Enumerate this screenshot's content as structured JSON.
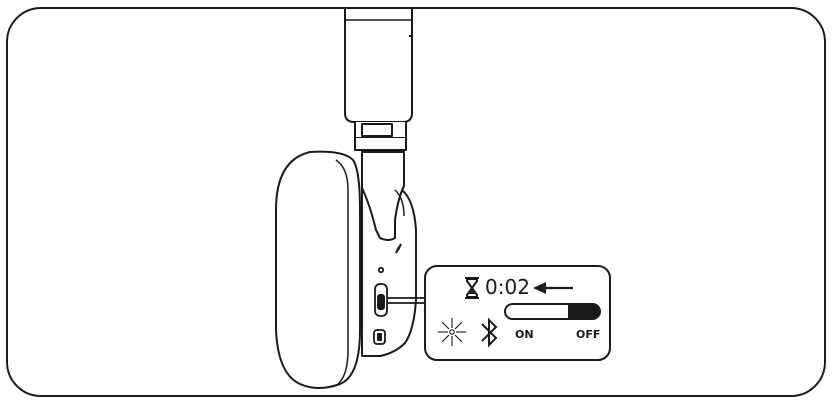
{
  "timer": {
    "text": "0:02",
    "icon": "hourglass-icon"
  },
  "switch": {
    "on_label": "ON",
    "off_label": "OFF"
  },
  "icons": {
    "arrow": "arrow-left-icon",
    "light": "light-burst-icon",
    "bluetooth": "bluetooth-icon"
  },
  "colors": {
    "stroke": "#1a1a1a",
    "fill": "#ffffff"
  }
}
